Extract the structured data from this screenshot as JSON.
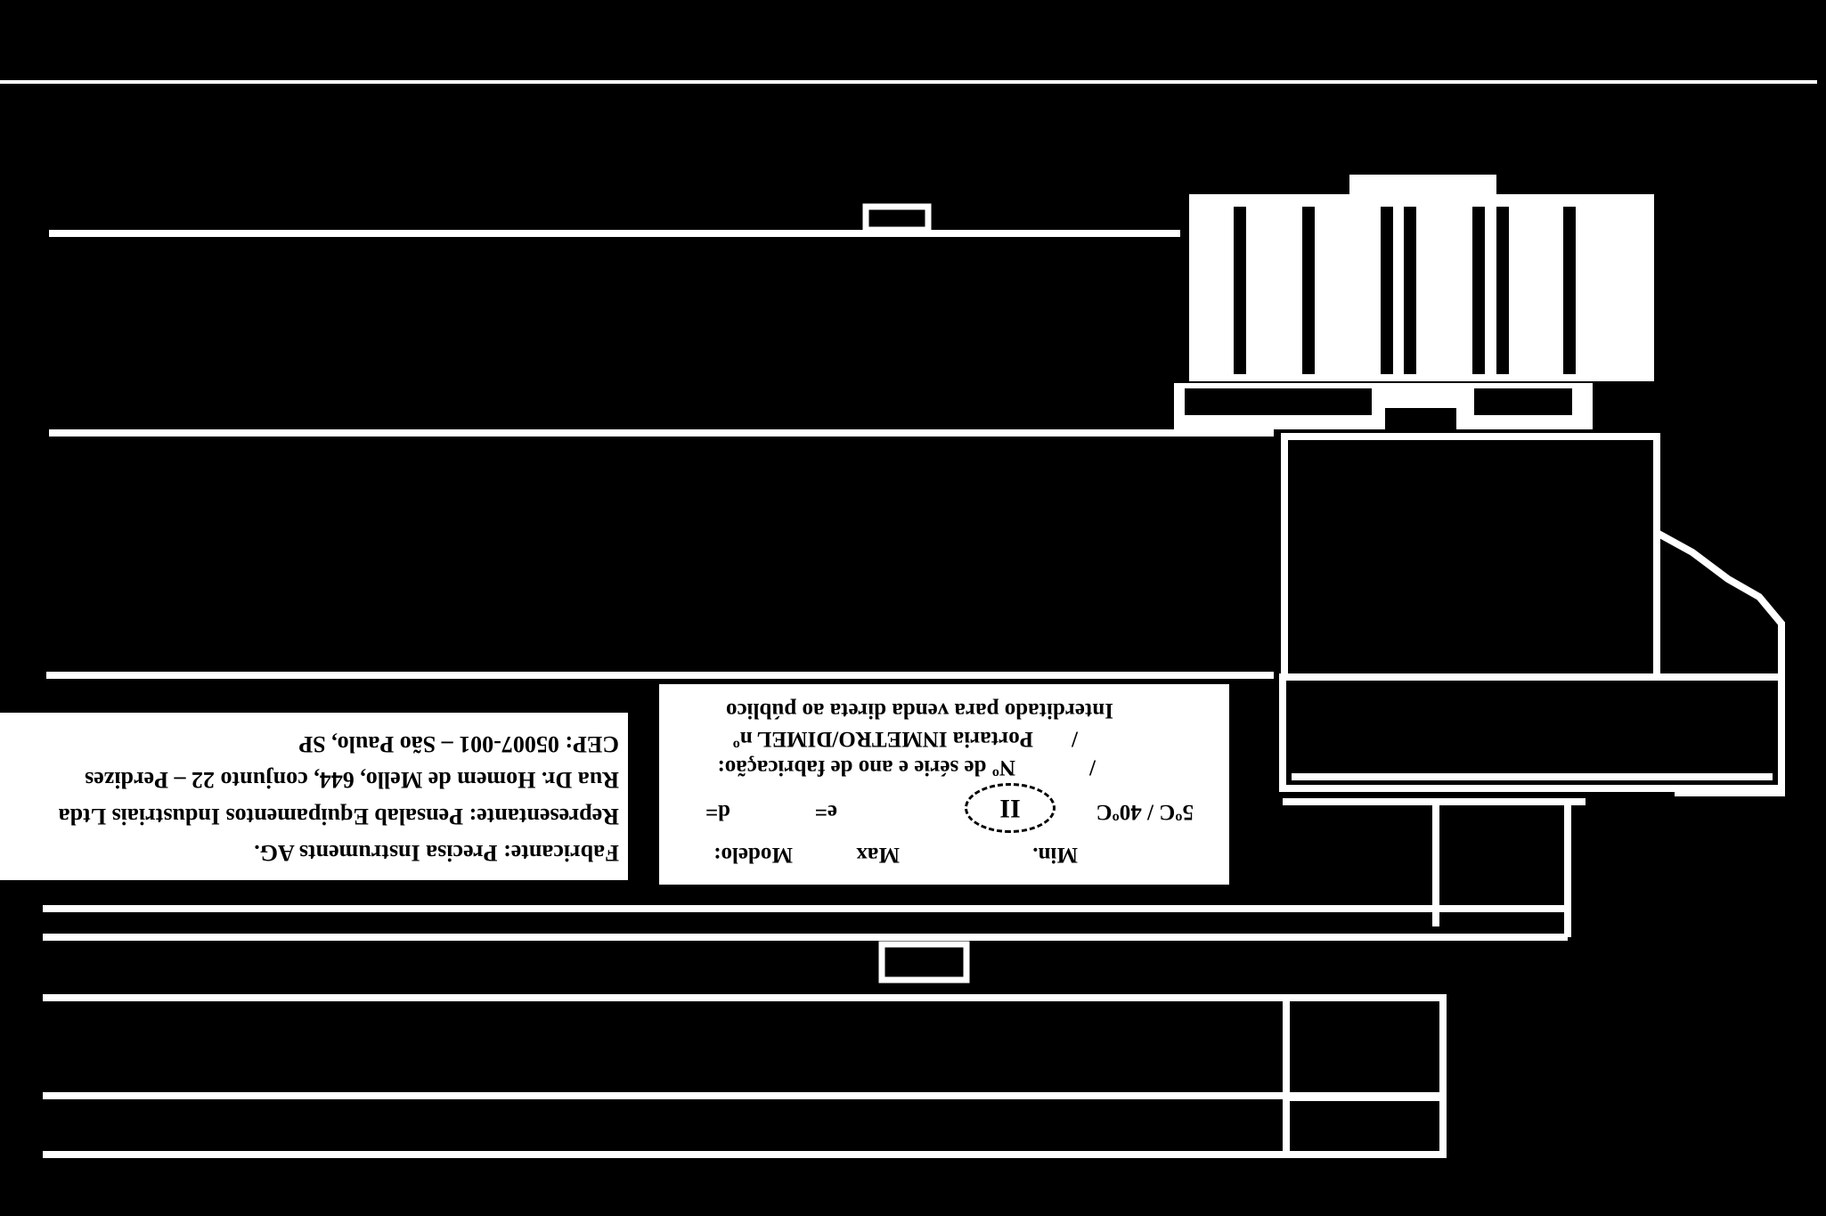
{
  "colors": {
    "background": "#000000",
    "lines": "#ffffff",
    "label_bg": "#ffffff",
    "label_text": "#000000"
  },
  "manufacturer_label": {
    "line1": "Fabricante: Precisa Instruments AG.",
    "line2": "Representante: Pensalab Equipamentos Industriais Ltda",
    "line3": "Rua Dr. Homem de Mello, 644, conjunto 22 – Perdizes",
    "line4": "CEP: 05007-001 – São Paulo, SP"
  },
  "metrology_label": {
    "line1": "Interditado para venda direta ao público",
    "line2": "Portaria INMETRO/DIMEL nº",
    "line2_slash": "/",
    "line3": "Nº de série e ano de fabricação:",
    "line3_slash": "/",
    "modelo": "Modelo:",
    "max": "Max",
    "min": "Min.",
    "d": "d=",
    "e": "e=",
    "class_mark": "II",
    "temp": "5ºC / 40ºC"
  }
}
